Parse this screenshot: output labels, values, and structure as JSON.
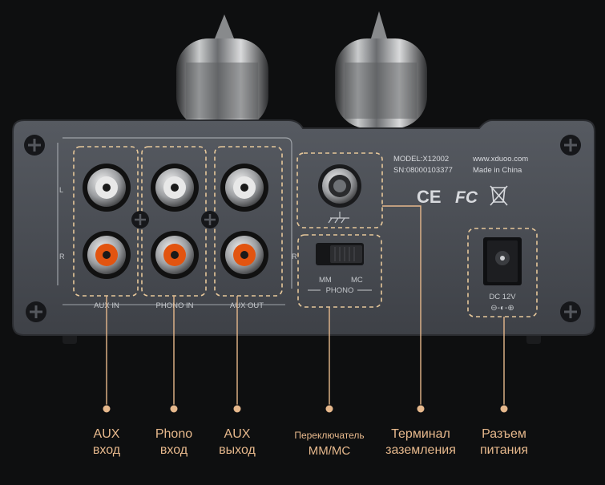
{
  "panel": {
    "model": "MODEL:X12002",
    "serial": "SN:08000103377",
    "website": "www.xduoo.com",
    "origin": "Made in China",
    "cert_marks": [
      "CE",
      "FC",
      "WEEE"
    ],
    "channel_left": "L",
    "channel_right": "R",
    "group_aux_in": "AUX IN",
    "group_phono_in": "PHONO IN",
    "group_aux_out": "AUX OUT",
    "switch_mm": "MM",
    "switch_mc": "MC",
    "switch_group": "PHONO",
    "dc_label": "DC 12V",
    "dc_polarity": "⊖-◐-⊕"
  },
  "callouts": {
    "aux_in": [
      "AUX",
      "вход"
    ],
    "phono_in": [
      "Phono",
      "вход"
    ],
    "aux_out": [
      "AUX",
      "выход"
    ],
    "mm_mc_switch": [
      "Переключатель",
      "MM/MC"
    ],
    "ground_terminal": [
      "Терминал",
      "заземления"
    ],
    "power_jack": [
      "Разъем",
      "питания"
    ]
  },
  "colors": {
    "background": "#0e0f10",
    "panel": "#4a4e55",
    "callout": "#e6b88c",
    "rca_white": "#e8e8e8",
    "rca_red": "#e25410"
  }
}
